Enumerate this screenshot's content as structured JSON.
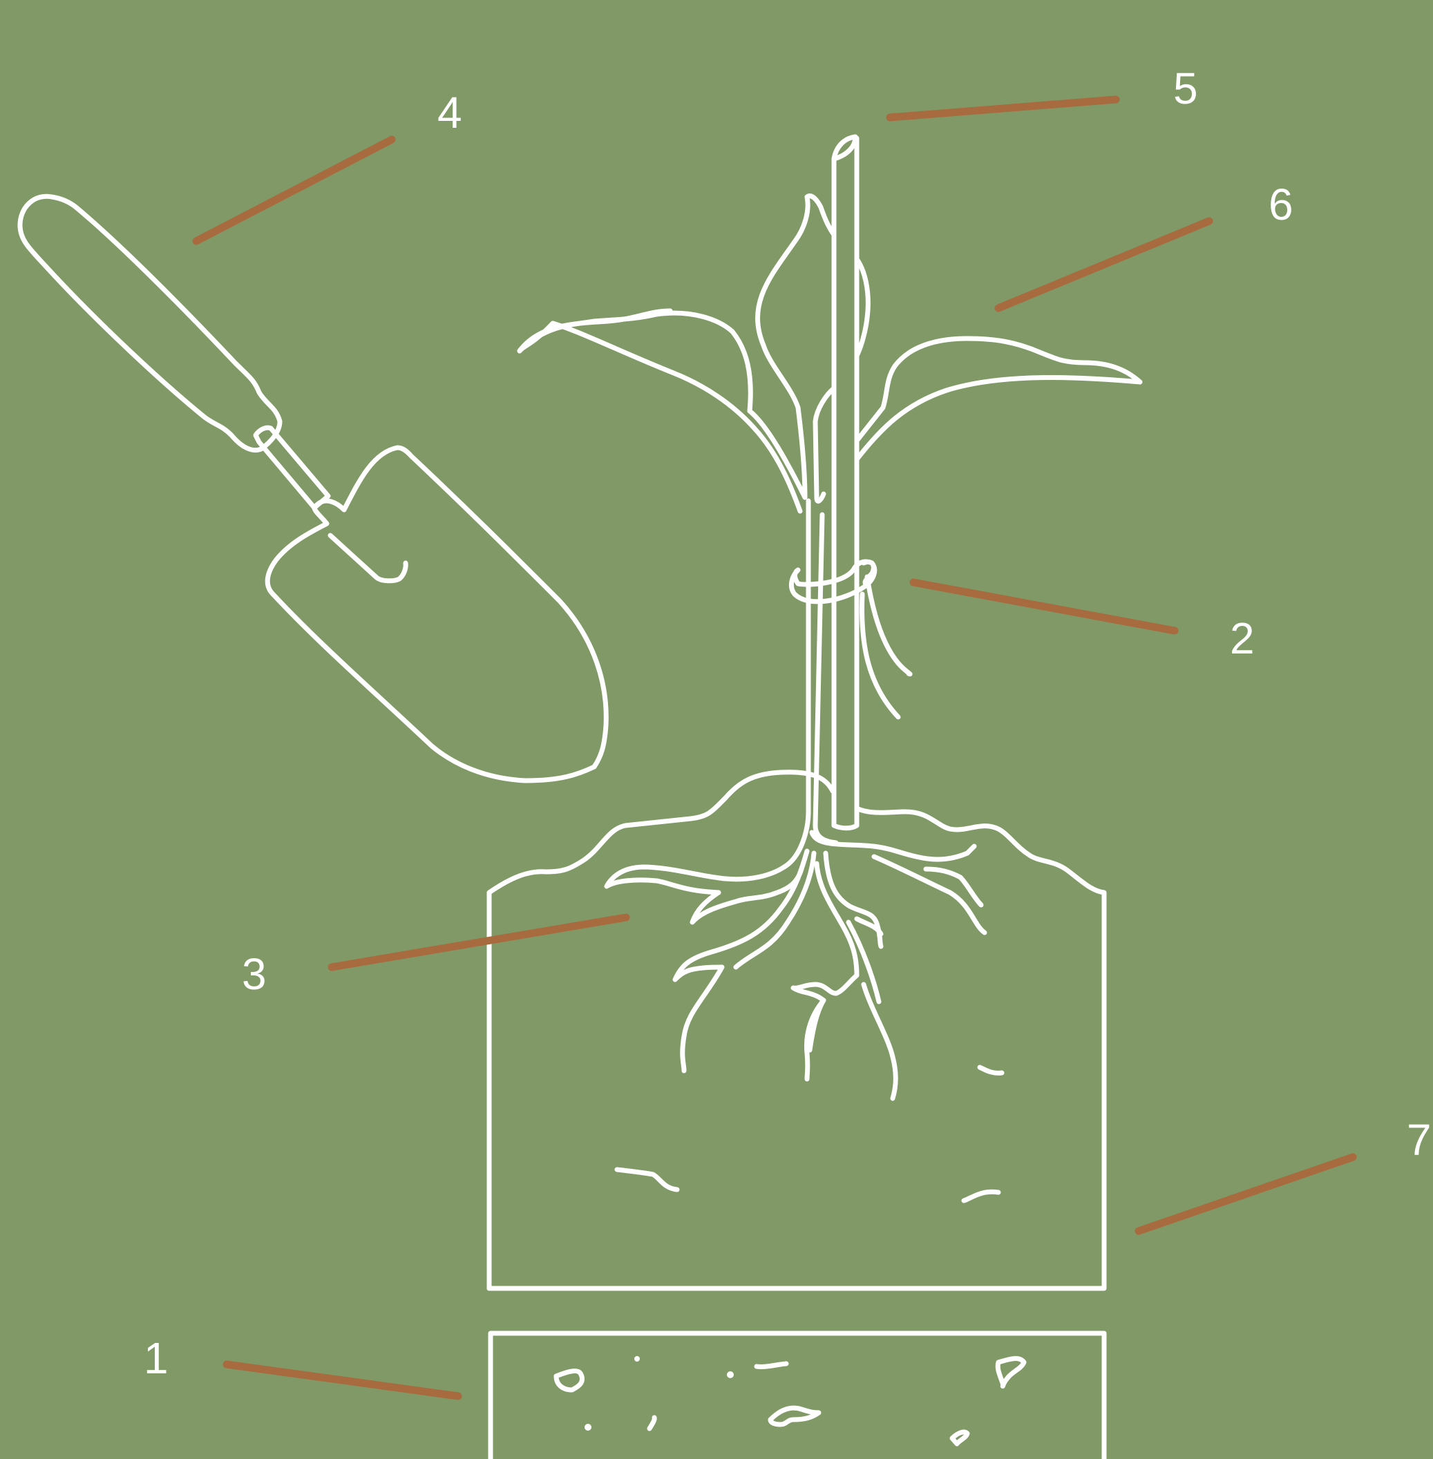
{
  "colors": {
    "background": "#819966",
    "line_art": "#ffffff",
    "leader_lines": "#a86a3f"
  },
  "labels": [
    {
      "id": "1",
      "text": "1"
    },
    {
      "id": "2",
      "text": "2"
    },
    {
      "id": "3",
      "text": "3"
    },
    {
      "id": "4",
      "text": "4"
    },
    {
      "id": "5",
      "text": "5"
    },
    {
      "id": "6",
      "text": "6"
    },
    {
      "id": "7",
      "text": "7"
    }
  ],
  "elements": {
    "trowel": "garden-trowel-icon",
    "stake": "support-stake-icon",
    "plant": "seedling-icon",
    "tie": "plant-tie-icon",
    "roots": "root-ball-icon",
    "planting_hole": "planting-hole-icon",
    "subsoil": "subsoil-layer-icon"
  }
}
